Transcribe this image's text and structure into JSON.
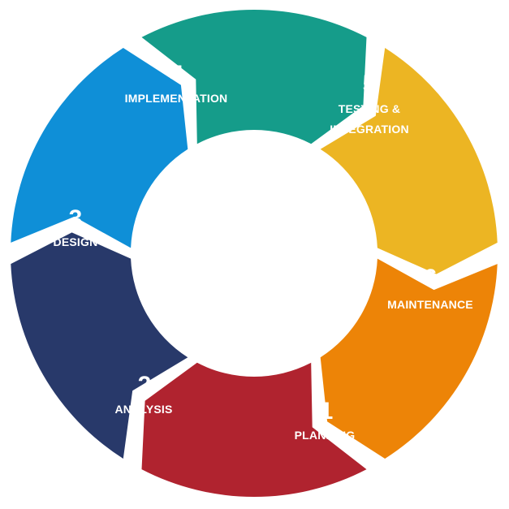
{
  "segments": [
    {
      "number": "1",
      "label_lines": [
        "PLANNING"
      ],
      "color": "#b0232f"
    },
    {
      "number": "2",
      "label_lines": [
        "ANALYSIS"
      ],
      "color": "#28396a"
    },
    {
      "number": "3",
      "label_lines": [
        "DESIGN"
      ],
      "color": "#0f8fd7"
    },
    {
      "number": "4",
      "label_lines": [
        "IMPLEMENTATION"
      ],
      "color": "#159c8a"
    },
    {
      "number": "5",
      "label_lines": [
        "TESTING &",
        "INTEGRATION"
      ],
      "color": "#ecb523"
    },
    {
      "number": "6",
      "label_lines": [
        "MAINTENANCE"
      ],
      "color": "#ed8407"
    }
  ]
}
